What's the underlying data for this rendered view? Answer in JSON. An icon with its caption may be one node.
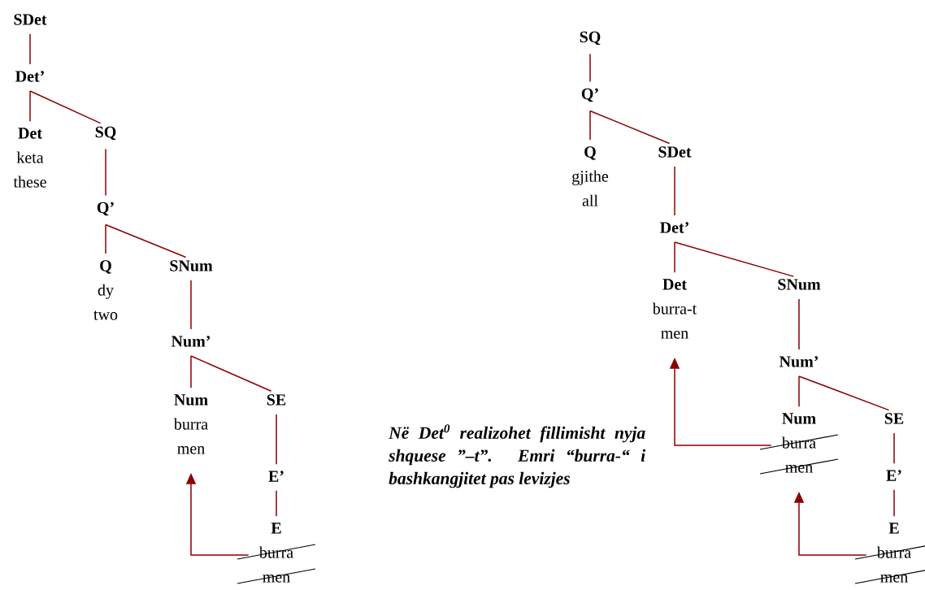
{
  "diagram": {
    "nodes": [
      {
        "text": [
          "SDet"
        ]
      },
      {
        "text": [
          "Det’"
        ]
      },
      {
        "text": [
          "Det",
          "keta",
          "these"
        ]
      },
      {
        "text": [
          "SQ"
        ]
      },
      {
        "text": [
          "Q’"
        ]
      },
      {
        "text": [
          "Q",
          "dy",
          "two"
        ]
      },
      {
        "text": [
          "SNum"
        ]
      },
      {
        "text": [
          "Num’"
        ]
      },
      {
        "text": [
          "Num",
          "burra",
          "men"
        ]
      },
      {
        "text": [
          "SE"
        ]
      },
      {
        "text": [
          "E’"
        ]
      },
      {
        "text": [
          "E",
          "burra",
          "men"
        ]
      },
      {
        "text": [
          "SQ"
        ]
      },
      {
        "text": [
          "Q’"
        ]
      },
      {
        "text": [
          "Q",
          "gjithe",
          "all"
        ]
      },
      {
        "text": [
          "SDet"
        ]
      },
      {
        "text": [
          "Det’"
        ]
      },
      {
        "text": [
          "Det",
          "burra-t",
          "men"
        ]
      },
      {
        "text": [
          "SNum"
        ]
      },
      {
        "text": [
          "Num’"
        ]
      },
      {
        "text": [
          "Num",
          "burra",
          "men"
        ]
      },
      {
        "text": [
          "SE"
        ]
      },
      {
        "text": [
          "E’"
        ]
      },
      {
        "text": [
          "E",
          "burra",
          "men"
        ]
      }
    ],
    "edges": [
      {
        "from": 0,
        "to": 1,
        "arrow": "none"
      },
      {
        "from": 1,
        "to": 2,
        "arrow": "none"
      },
      {
        "from": 1,
        "to": 3,
        "arrow": "none"
      },
      {
        "from": 3,
        "to": 4,
        "arrow": "none"
      },
      {
        "from": 4,
        "to": 5,
        "arrow": "none"
      },
      {
        "from": 4,
        "to": 6,
        "arrow": "none"
      },
      {
        "from": 6,
        "to": 7,
        "arrow": "none"
      },
      {
        "from": 7,
        "to": 8,
        "arrow": "none"
      },
      {
        "from": 7,
        "to": 9,
        "arrow": "none"
      },
      {
        "from": 9,
        "to": 10,
        "arrow": "none"
      },
      {
        "from": 10,
        "to": 11,
        "arrow": "none"
      },
      {
        "from": 11,
        "to": 8,
        "arrow": "to"
      },
      {
        "from": 12,
        "to": 13,
        "arrow": "none"
      },
      {
        "from": 13,
        "to": 14,
        "arrow": "none"
      },
      {
        "from": 13,
        "to": 15,
        "arrow": "none"
      },
      {
        "from": 15,
        "to": 16,
        "arrow": "none"
      },
      {
        "from": 16,
        "to": 17,
        "arrow": "none"
      },
      {
        "from": 16,
        "to": 18,
        "arrow": "none"
      },
      {
        "from": 18,
        "to": 19,
        "arrow": "none"
      },
      {
        "from": 19,
        "to": 20,
        "arrow": "none"
      },
      {
        "from": 19,
        "to": 21,
        "arrow": "none"
      },
      {
        "from": 21,
        "to": 22,
        "arrow": "none"
      },
      {
        "from": 22,
        "to": 23,
        "arrow": "none"
      },
      {
        "from": 23,
        "to": 20,
        "arrow": "to"
      },
      {
        "from": 20,
        "to": 17,
        "arrow": "to"
      }
    ],
    "labels": [
      "Në Det$^{0}$ realizohet fillimisht nyja shquese ”–t”. Emri “burra-“ i bashkangjitet pas levizjes"
    ]
  }
}
